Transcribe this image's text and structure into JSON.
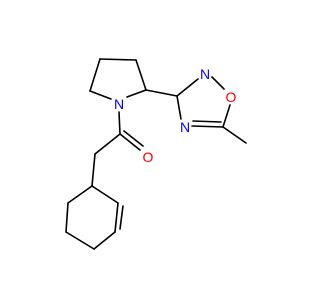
{
  "diagram": {
    "atom_colors": {
      "N": "#0000FF",
      "O": "#FF0000",
      "C": "#000000"
    },
    "bond_color": "#000000",
    "background": "#ffffff",
    "heteroatom_labels": [
      {
        "id": "n-pyrrolidine",
        "element": "N",
        "text": "N"
      },
      {
        "id": "n-oxadiazole-2",
        "element": "N",
        "text": "N"
      },
      {
        "id": "o-oxadiazole-1",
        "element": "O",
        "text": "O"
      },
      {
        "id": "n-oxadiazole-4",
        "element": "N",
        "text": "N"
      },
      {
        "id": "o-carbonyl",
        "element": "O",
        "text": "O"
      }
    ]
  }
}
